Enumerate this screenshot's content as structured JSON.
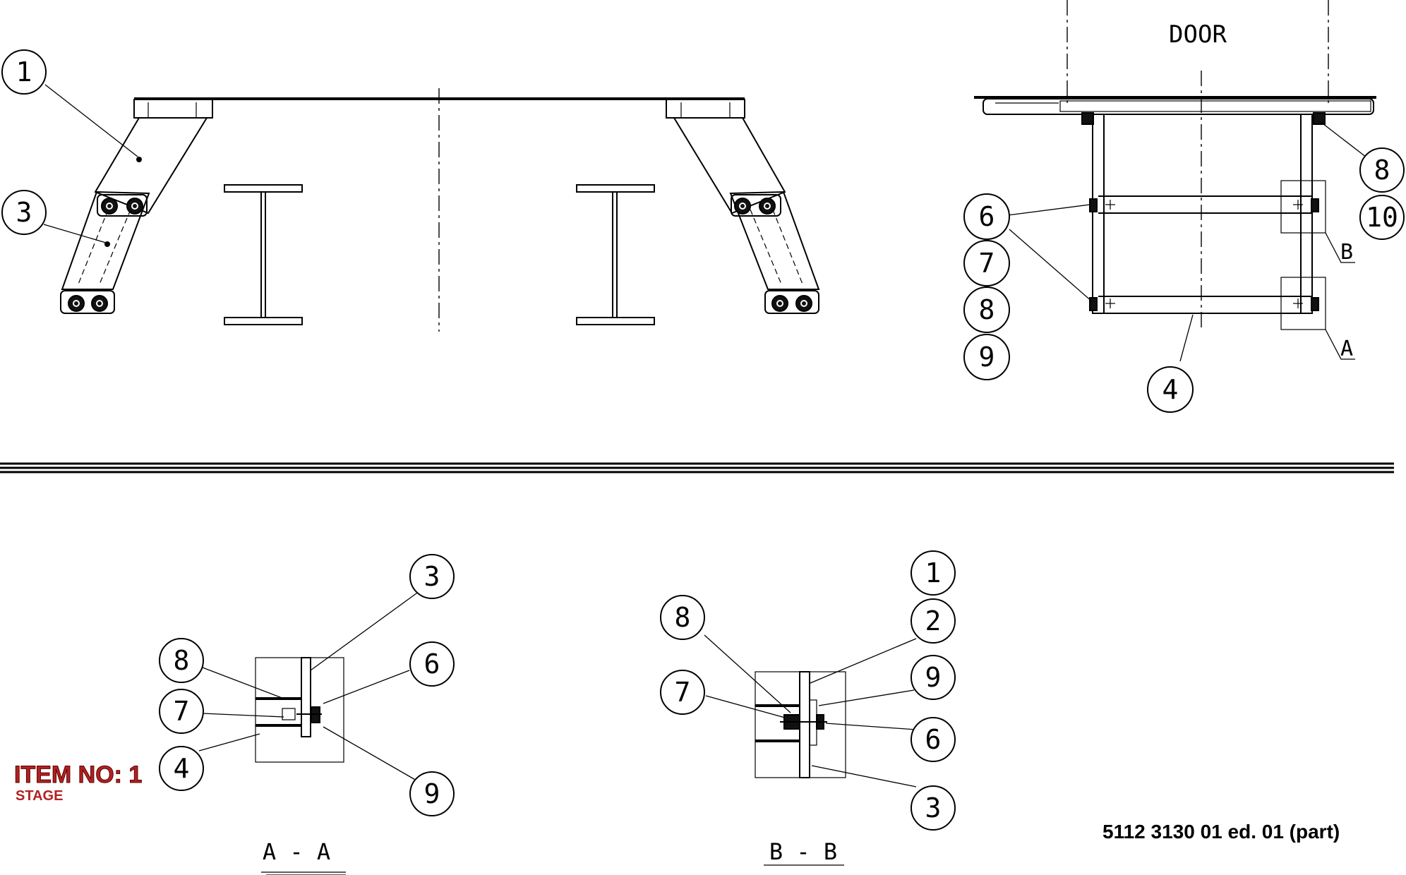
{
  "labels": {
    "door": "DOOR",
    "section_a": "A",
    "section_b": "B",
    "section_aa": "A - A",
    "section_bb": "B - B",
    "item_no": "ITEM NO: 1",
    "item_name": "STAGE",
    "drawing_ref": "5112 3130 01 ed. 01 (part)"
  },
  "callouts": {
    "front_view": [
      "1",
      "3"
    ],
    "plan_view": [
      "8",
      "10",
      "6",
      "7",
      "8",
      "9",
      "4"
    ],
    "section_aa": [
      "3",
      "8",
      "6",
      "7",
      "4",
      "9"
    ],
    "section_bb": [
      "1",
      "8",
      "2",
      "9",
      "7",
      "6",
      "3"
    ]
  }
}
